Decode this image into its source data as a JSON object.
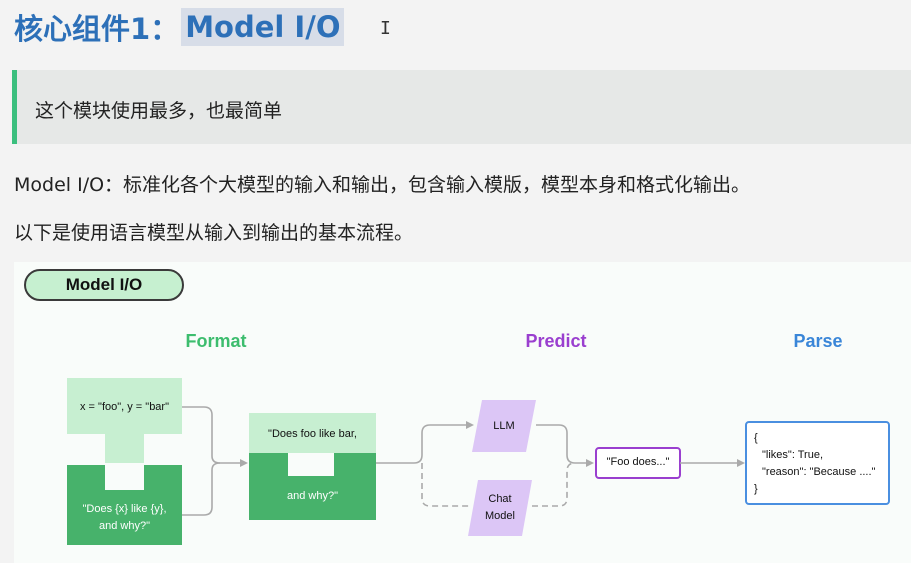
{
  "heading": {
    "prefix": "核心组件1：",
    "highlight": "Model I/O",
    "cursor": "I"
  },
  "quote": "这个模块使用最多，也最简单",
  "paragraphs": {
    "p1": "Model I/O：标准化各个大模型的输入和输出，包含输入模版，模型本身和格式化输出。",
    "p2": "以下是使用语言模型从输入到输出的基本流程。"
  },
  "diagram": {
    "badge": "Model I/O",
    "sections": {
      "format": "Format",
      "predict": "Predict",
      "parse": "Parse"
    },
    "colors": {
      "format": "#3dbd6e",
      "predict": "#9a3fcf",
      "parse": "#3a86d8"
    },
    "vars": "x = \"foo\", y = \"bar\"",
    "template_line1": "\"Does {x} like {y},",
    "template_line2": "and why?\"",
    "prompt_line1": "\"Does foo like bar,",
    "prompt_line2": "and why?\"",
    "llm": "LLM",
    "chat_line1": "Chat",
    "chat_line2": "Model",
    "output": "\"Foo does...\"",
    "json_lines": [
      "{",
      "\"likes\": True,",
      "\"reason\": \"Because ....\"",
      "}"
    ]
  }
}
